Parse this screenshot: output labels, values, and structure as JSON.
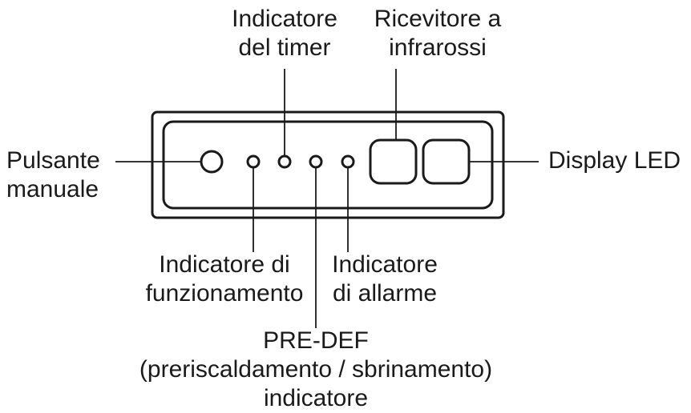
{
  "labels": {
    "timer_indicator": {
      "line1": "Indicatore",
      "line2": "del timer"
    },
    "ir_receiver": {
      "line1": "Ricevitore a",
      "line2": "infrarossi"
    },
    "manual_button": {
      "line1": "Pulsante",
      "line2": "manuale"
    },
    "led_display": {
      "line1": "Display LED"
    },
    "run_indicator": {
      "line1": "Indicatore di",
      "line2": "funzionamento"
    },
    "alarm_indicator": {
      "line1": "Indicatore",
      "line2": "di allarme"
    },
    "predef_indicator": {
      "line1": "PRE-DEF",
      "line2": "(preriscaldamento / sbrinamento)",
      "line3": "indicatore"
    }
  },
  "colors": {
    "stroke": "#1a1a1a",
    "background": "#ffffff"
  }
}
